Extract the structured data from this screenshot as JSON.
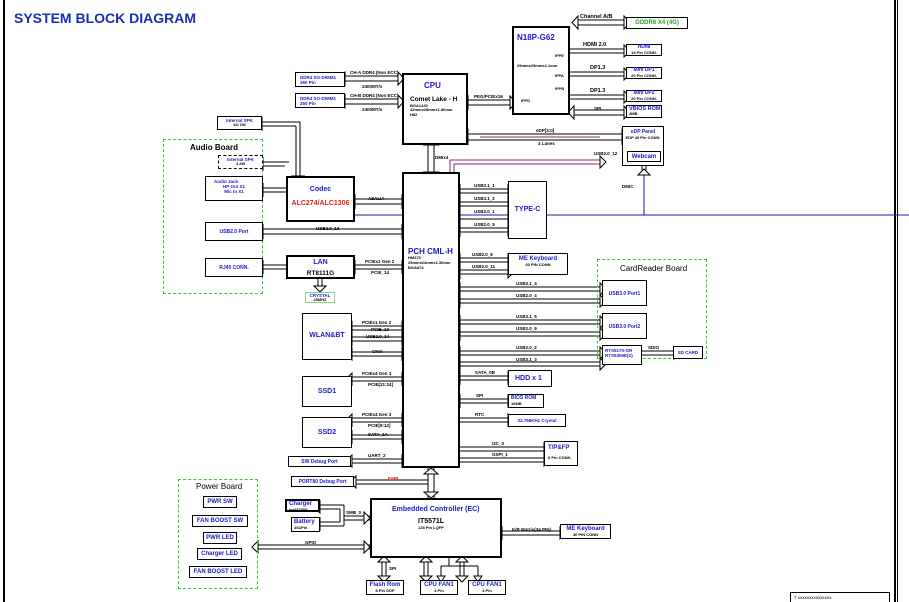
{
  "title": "SYSTEM BLOCK DIAGRAM",
  "footer_text": "7 xxxxxxxxxxxxxxx",
  "groups": {
    "audio_board": "Audio Board",
    "cardreader_board": "CardReader Board",
    "power_board": "Power Board"
  },
  "cpu": {
    "name": "CPU",
    "model": "Comet Lake - H",
    "l1": "BGA1440",
    "l2": "42mmx28mmx1.86mm",
    "l3": "H82"
  },
  "gpu": {
    "name": "N18P-G62",
    "l1": "IFPE",
    "l2": "29mmx29mmx2.1mm",
    "l3": "IFPA",
    "l4": "IFPB",
    "l5": "IFPD"
  },
  "pch": {
    "name": "PCH CML-H",
    "l1": "HM370",
    "l2": "25mmx24mmx1.30mm",
    "l3": "BGA874"
  },
  "ec": {
    "name": "Embedded Controller (EC)",
    "model": "IT5571L",
    "pkg": "128 Pin LQFP"
  },
  "codec": {
    "name": "Codec",
    "model": "ALC274/ALC1306"
  },
  "lan": {
    "name": "LAN",
    "model": "RT8111G"
  },
  "crystal": {
    "name": "CRYSTAL",
    "freq": "25MHZ"
  },
  "blocks": {
    "dimm1": {
      "name": "DDR4 SO-DIMM1",
      "sub": "260 Pin"
    },
    "dimm2": {
      "name": "DDR4 SO-DIMM1",
      "sub": "260 Pin"
    },
    "gddr": "GDDR6 X4 (4G)",
    "hdmi": {
      "name": "HDMI",
      "sub": "19 Pin CONN."
    },
    "minidp1": {
      "name": "Mini DP1",
      "sub": "20 Pin CONN."
    },
    "minidp2": {
      "name": "Mini DP2",
      "sub": "20 Pin CONN."
    },
    "vbios": {
      "name": "VBIOS ROM",
      "sub": "4MB"
    },
    "edp": {
      "name": "eDP Panel",
      "sub": "EDP 40 Pin CONN."
    },
    "webcam": "Webcam",
    "spk1": {
      "name": "Internal SPK",
      "sub": "4Ω  2W"
    },
    "spk2": {
      "name": "Internal SPK",
      "sub": "4   2W"
    },
    "audio_jack": {
      "name": "Audio Jack",
      "l1": "HP Out X1",
      "l2": "Mic In X1"
    },
    "usb2": "USB2.0 Port",
    "rj45": "RJ45 CONN.",
    "typec": "TYPE-C",
    "me_kb1": {
      "name": "ME Keyboard",
      "sub": "60 PIN CONN"
    },
    "usb3_1": "USB3.0 Port1",
    "usb3_2": "USB3.0 Port2",
    "cardreader": {
      "l1": "RTS5170-GR",
      "l2": "RTS5306E(Z)"
    },
    "sdcard": "SD CARD",
    "wlan": "WLAN&BT",
    "ssd1": "SSD1",
    "ssd2": "SSD2",
    "hdd": "HDD x 1",
    "bios": {
      "name": "BIOS ROM",
      "sub": "16MB"
    },
    "rtc": "32.768KHz Crystal",
    "tpfp": {
      "name": "T/P&FP",
      "sub": "6 Pin CONN."
    },
    "sw_debug": "SW Debug Port",
    "port80": "PORT80 Debug Port",
    "charger": {
      "name": "Charger",
      "sub": "bq24780S"
    },
    "battery": {
      "name": "Battery",
      "sub": "4S1Pin"
    },
    "pwr_sw": "PWR SW",
    "fan_boost_sw": "FAN BOOST SW",
    "pwr_led": "PWR LED",
    "charger_led": "Charger LED",
    "fan_boost_led": "FAN BOOST LED",
    "flash": {
      "name": "Flash Rom",
      "sub": "8 Pin SOP"
    },
    "fan1": {
      "name": "CPU FAN1",
      "sub": "4 Pin"
    },
    "fan2": {
      "name": "CPU FAN1",
      "sub": "4 Pin"
    },
    "me_kb2": {
      "name": "ME Keyboard",
      "sub": "40 PIN CONN"
    }
  },
  "signals": {
    "ddr_a": "CH-A DDR4 (Non ECC)",
    "ddr_a_speed": "2400MT/s",
    "ddr_b": "CH-B DDR4 (Non ECC)",
    "ddr_b_speed": "2400MT/s",
    "peg": "PEG/PCIEx16",
    "channel_ab": "Channel A/B",
    "hdmi20": "HDMI 2.0",
    "dp13a": "DP1.3",
    "dp13b": "DP1.3",
    "spi_vbios": "SPI",
    "edp": "eDP[3:0]",
    "edp_lanes": "4 Lanes",
    "usb2_12": "USB2.0_12",
    "dmi": "DMIx4",
    "dmic": "DMIC",
    "azalia": "AZALIA",
    "usb2_13": "USB2.0_13",
    "lan_pcie": "PCIEx1 Gen 2",
    "lan_pcie2": "PCIE_14",
    "usb31_1": "USB3.1_1",
    "usb31_2": "USB3.1_2",
    "usb20_1": "USB2.0_1",
    "usb20_5": "USB2.0_5",
    "usb20_6": "USB2.0_6",
    "usb20_11": "USB2.0_11",
    "usb31_4": "USB3.1_4",
    "usb20_4": "USB2.0_4",
    "usb31_5": "USB3.1_5",
    "usb20_9": "USB2.0_9",
    "usb20_2": "USB2.0_2",
    "usb31_3": "USB3.1_3",
    "sdio": "SDIO",
    "wlan_pcie": "PCIEx1 Gen 2",
    "wlan_pcie2": "PCIE_13",
    "wlan_usb": "USB2.0_14",
    "cnvi": "CNVi",
    "ssd1_pcie": "PCIEx4 Gen 3",
    "ssd1_pcie2": "PCIE[21:24]",
    "ssd2_pcie": "PCIEx4 Gen 3",
    "ssd2_pcie2": "PCIE[9:12]",
    "ssd2_sata": "SATA_1A",
    "sata_hdd": "SATA_0B",
    "spi_bios": "SPI",
    "rtc": "RTC",
    "i2c": "I2C_0",
    "gspi": "GSPI_1",
    "uart": "UART_2",
    "espi": "ESPI",
    "smb": "SMB_0",
    "gpio": "GPIO",
    "kb_matrix": "K/B Matrix(34 PIN)",
    "ec_spi": "SPI"
  }
}
